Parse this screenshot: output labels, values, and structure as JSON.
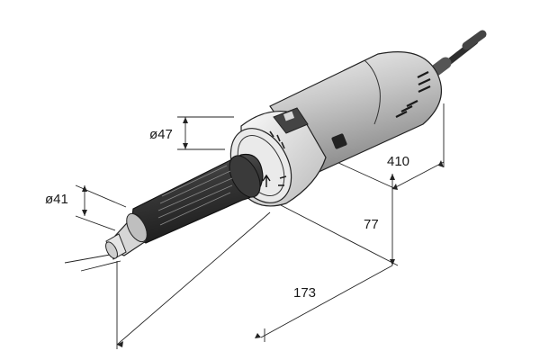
{
  "diagram": {
    "dimensions": {
      "d_nose_label": "ø41",
      "d_neck_label": "ø47",
      "length_label": "410",
      "height_label": "77",
      "front_length_label": "173"
    }
  }
}
